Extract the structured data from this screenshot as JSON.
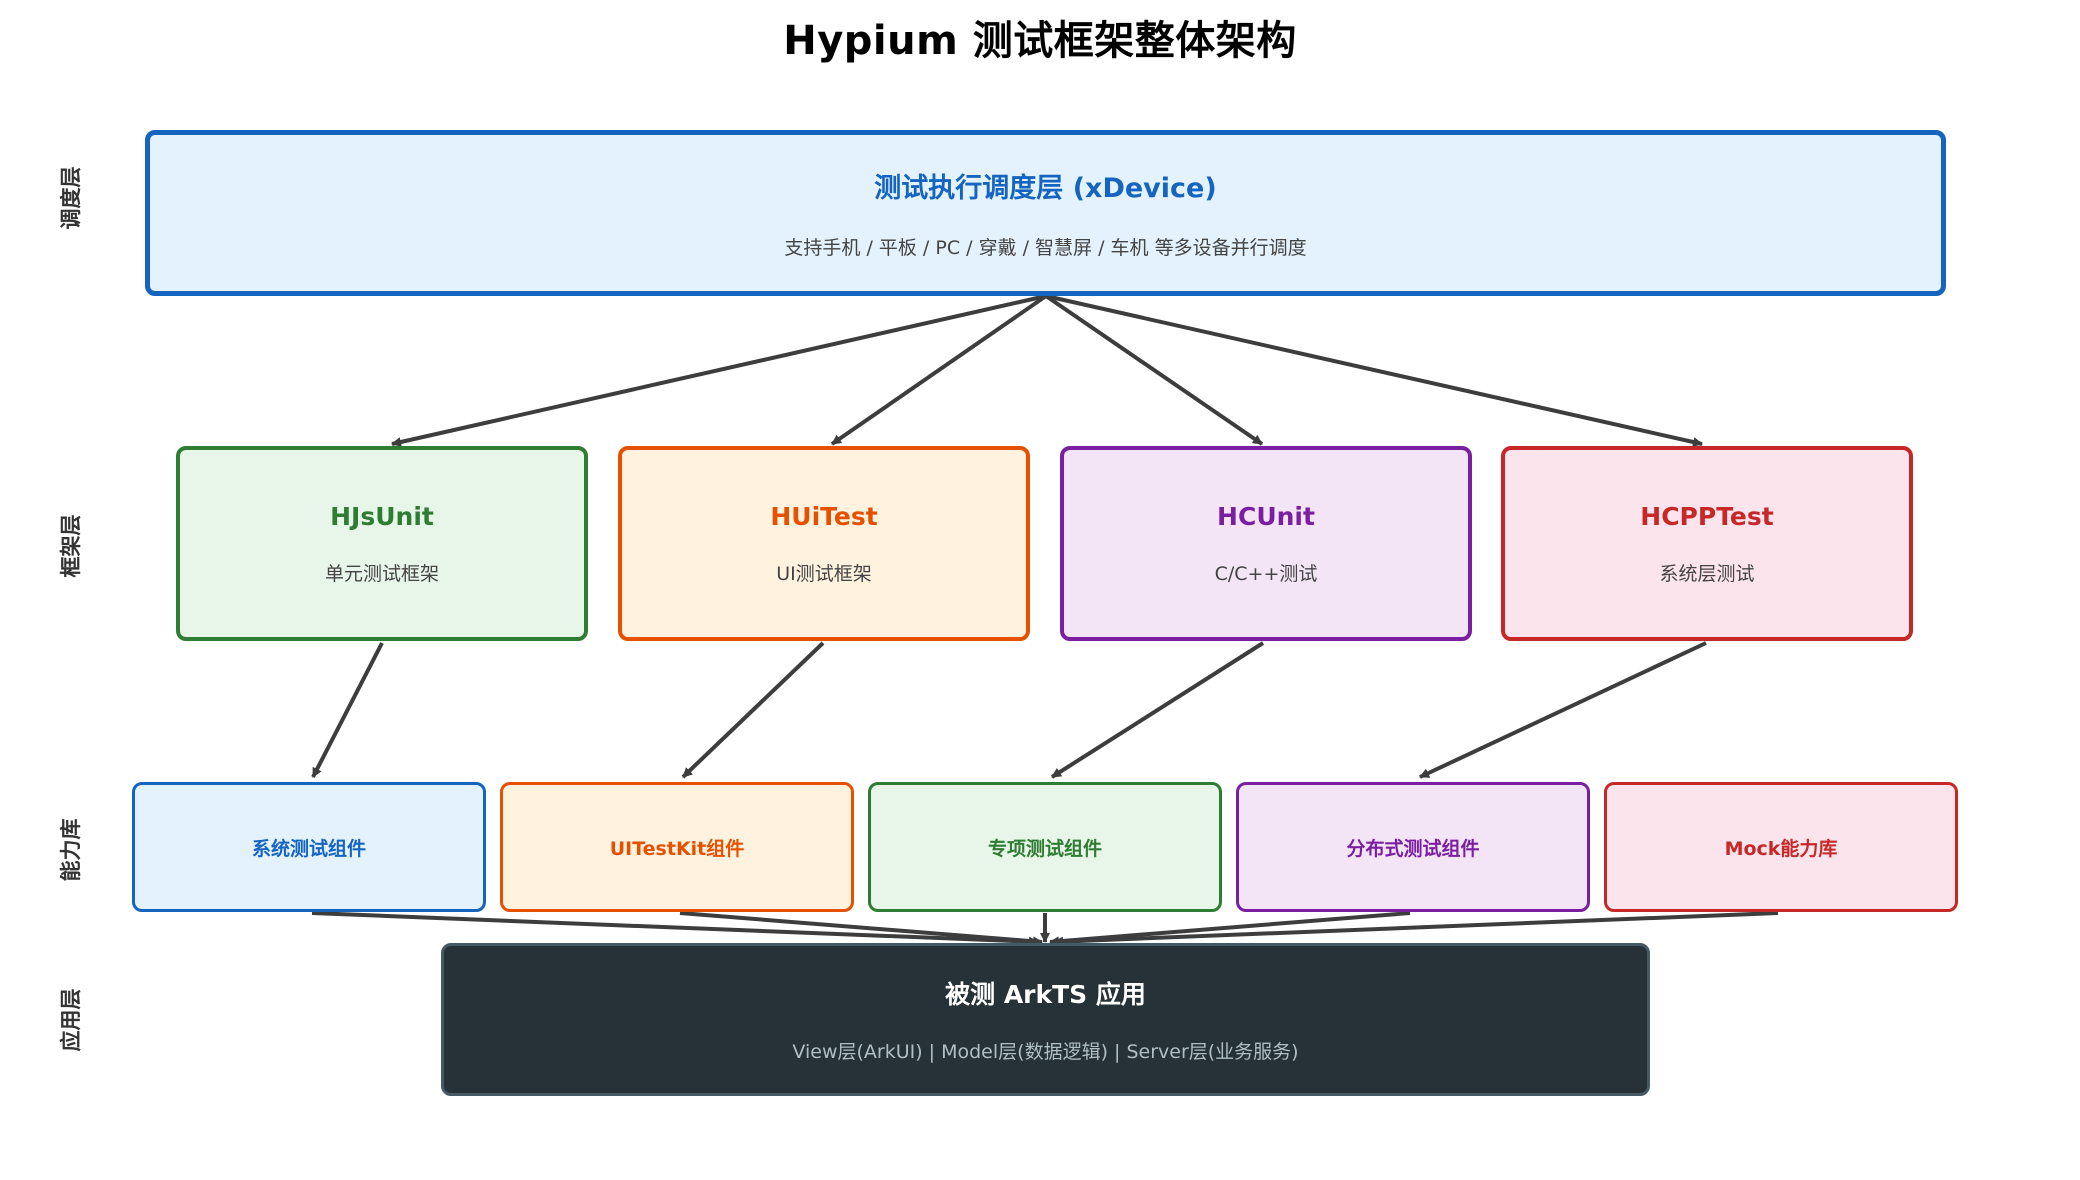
{
  "title": "Hypium 测试框架整体架构",
  "layers": {
    "scheduling": "调度层",
    "framework": "框架层",
    "capability": "能力库",
    "application": "应用层"
  },
  "scheduler": {
    "title": "测试执行调度层 (xDevice)",
    "subtitle": "支持手机 / 平板 / PC / 穿戴 / 智慧屏 / 车机 等多设备并行调度"
  },
  "frameworks": [
    {
      "name": "HJsUnit",
      "desc": "单元测试框架",
      "color": "#2e7d32",
      "bg": "#e8f5e9"
    },
    {
      "name": "HUiTest",
      "desc": "UI测试框架",
      "color": "#e65100",
      "bg": "#fff3e0"
    },
    {
      "name": "HCUnit",
      "desc": "C/C++测试",
      "color": "#7b1fa2",
      "bg": "#f3e5f5"
    },
    {
      "name": "HCPPTest",
      "desc": "系统层测试",
      "color": "#c62828",
      "bg": "#fce4ec"
    }
  ],
  "capabilities": [
    {
      "name": "系统测试组件",
      "color": "#1565c0",
      "bg": "#e3f2fd"
    },
    {
      "name": "UITestKit组件",
      "color": "#e65100",
      "bg": "#fff3e0"
    },
    {
      "name": "专项测试组件",
      "color": "#2e7d32",
      "bg": "#e8f5e9"
    },
    {
      "name": "分布式测试组件",
      "color": "#7b1fa2",
      "bg": "#f3e5f5"
    },
    {
      "name": "Mock能力库",
      "color": "#c62828",
      "bg": "#fce4ec"
    }
  ],
  "application": {
    "title": "被测 ArkTS 应用",
    "subtitle": "View层(ArkUI) | Model层(数据逻辑) | Server层(业务服务)"
  }
}
